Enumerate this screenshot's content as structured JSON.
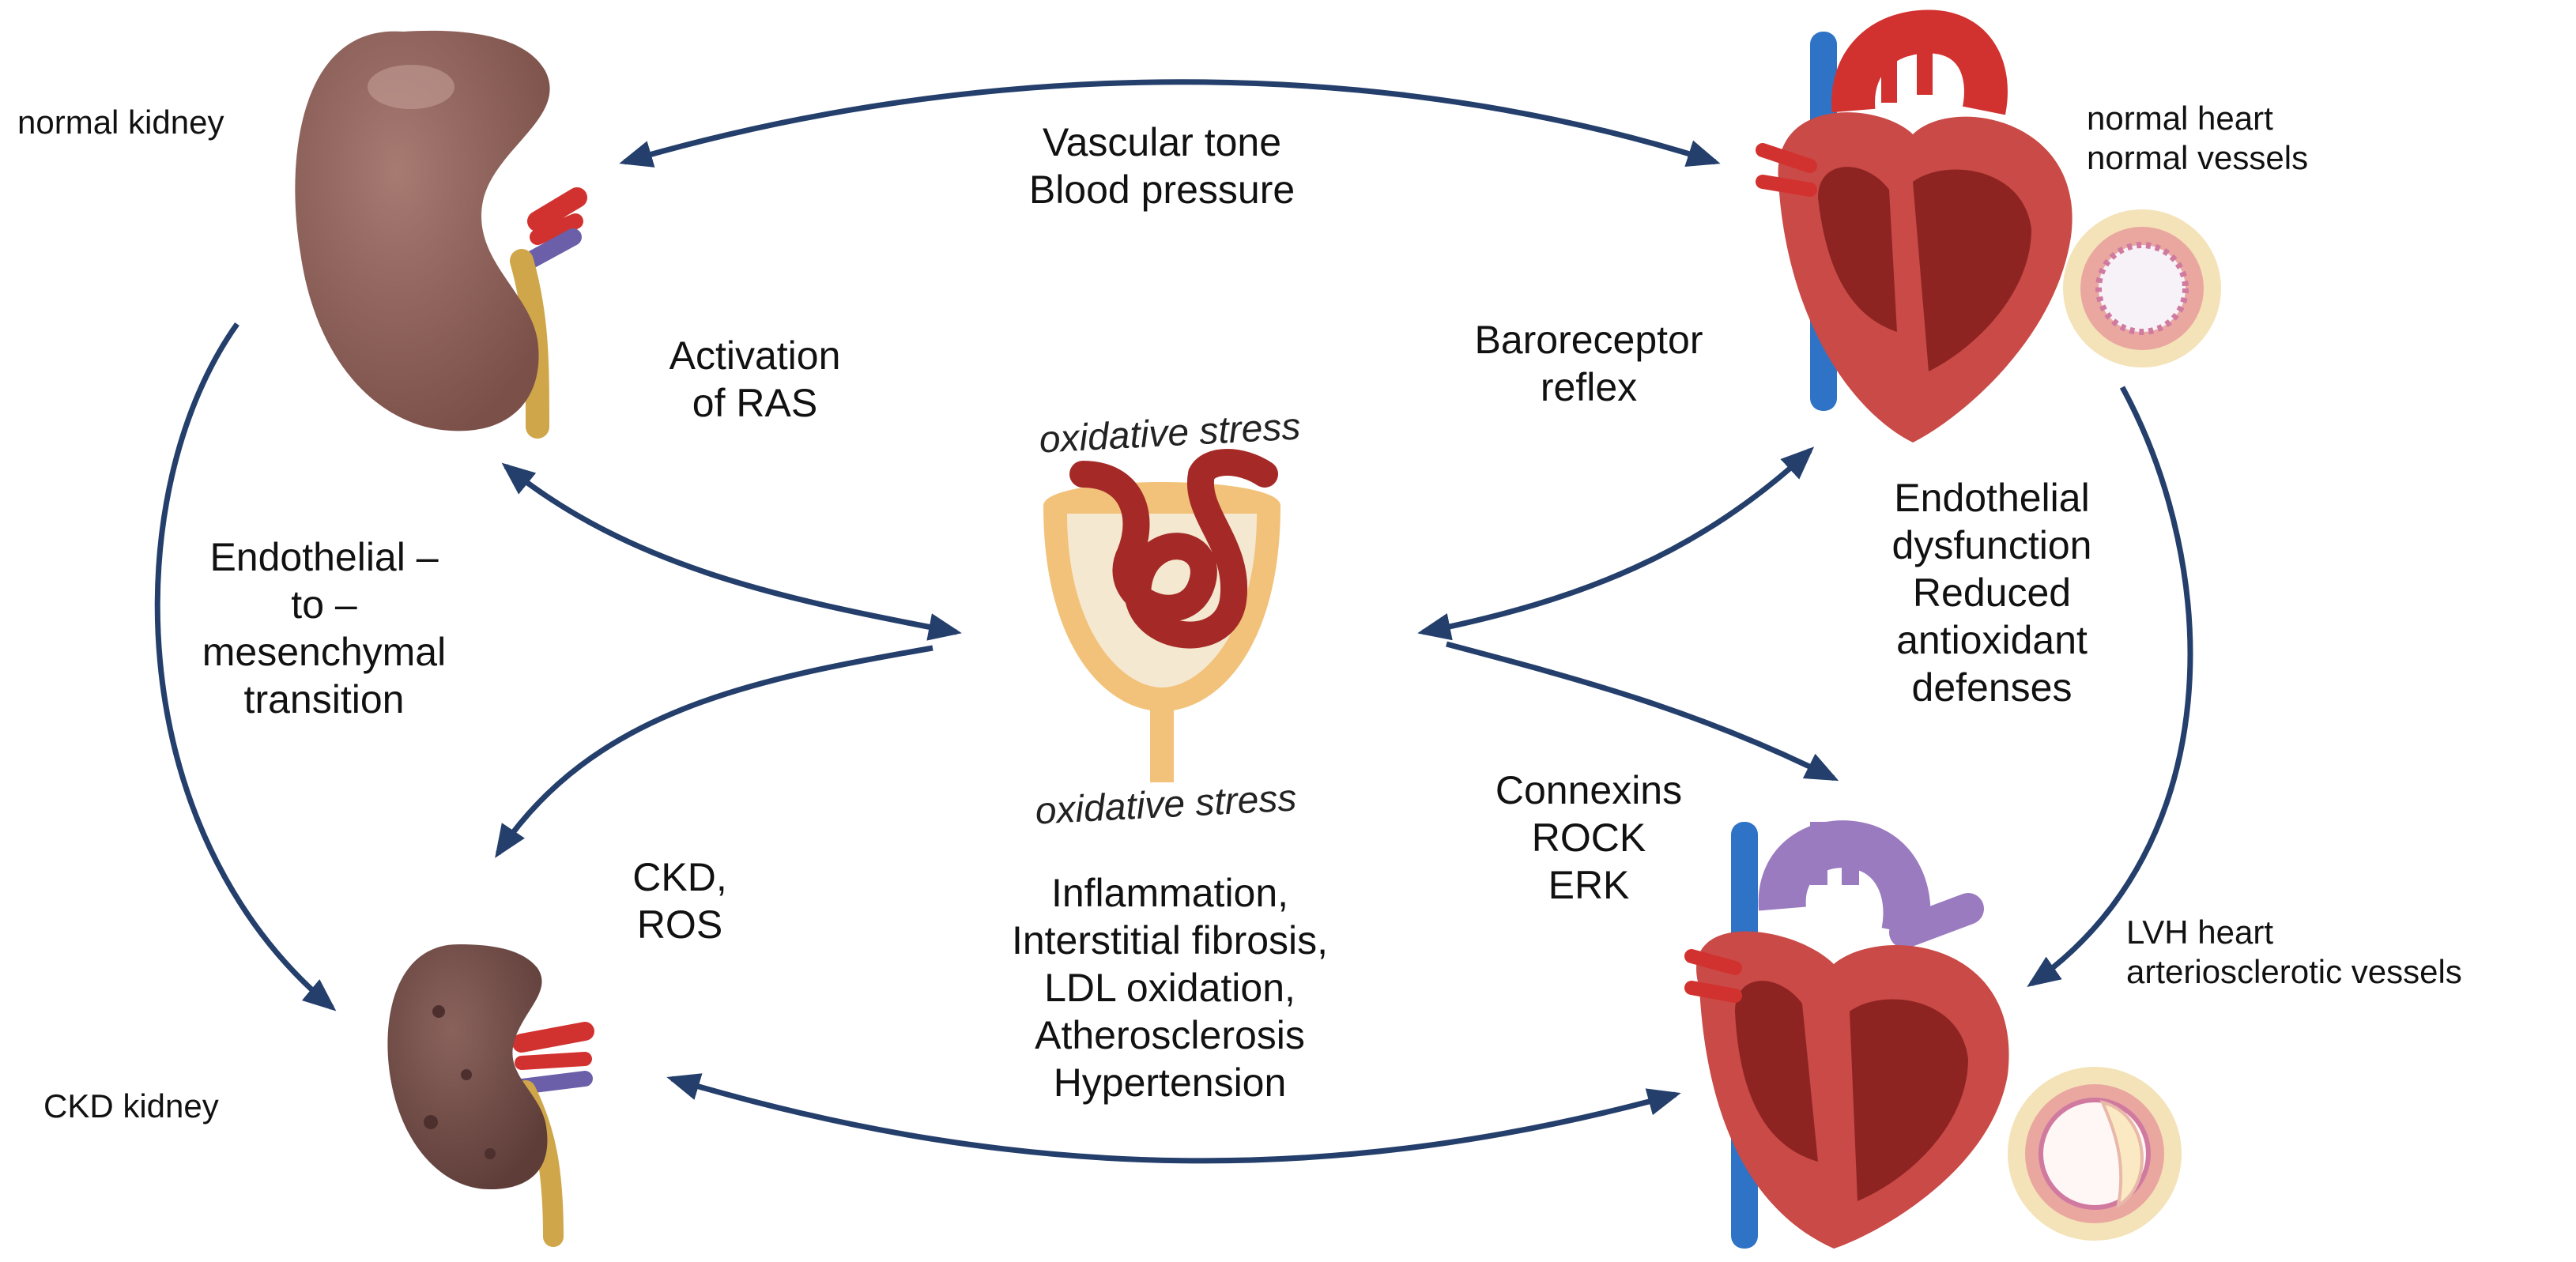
{
  "colors": {
    "arrow": "#243f6b",
    "kidney_normal": "#8a5e57",
    "kidney_ckd": "#6f4a45",
    "artery": "#d2322f",
    "vein": "#2f73c6",
    "ureter": "#cfa64a",
    "heart_muscle": "#c94a46",
    "heart_chamber": "#8e2422",
    "lvh_vessels": "#9a7bc0",
    "vessel_ring": "#f1d7b8",
    "glomerulus_capsule": "#f2c27a",
    "glomerulus_tube": "#a52a27"
  },
  "labels": {
    "normal_kidney": "normal kidney",
    "ckd_kidney": "CKD kidney",
    "normal_heart": [
      "normal heart",
      "normal vessels"
    ],
    "lvh_heart": [
      "LVH heart",
      "arteriosclerotic vessels"
    ],
    "top_mechanisms": [
      "Vascular tone",
      "Blood pressure"
    ],
    "activation_ras": [
      "Activation",
      "of RAS"
    ],
    "baroreceptor": [
      "Baroreceptor",
      "reflex"
    ],
    "endmt": [
      "Endothelial –",
      "to –",
      "mesenchymal",
      "transition"
    ],
    "endothelial_dysfunction": [
      "Endothelial",
      "dysfunction",
      "Reduced",
      "antioxidant",
      "defenses"
    ],
    "ckd_ros": [
      "CKD,",
      "ROS"
    ],
    "connexins": [
      "Connexins",
      "ROCK",
      "ERK"
    ],
    "bottom_mechanisms": [
      "Inflammation,",
      "Interstitial fibrosis,",
      "LDL oxidation,",
      "Atherosclerosis",
      "Hypertension"
    ],
    "oxidative_top": "oxidative stress",
    "oxidative_bottom": "oxidative stress"
  }
}
